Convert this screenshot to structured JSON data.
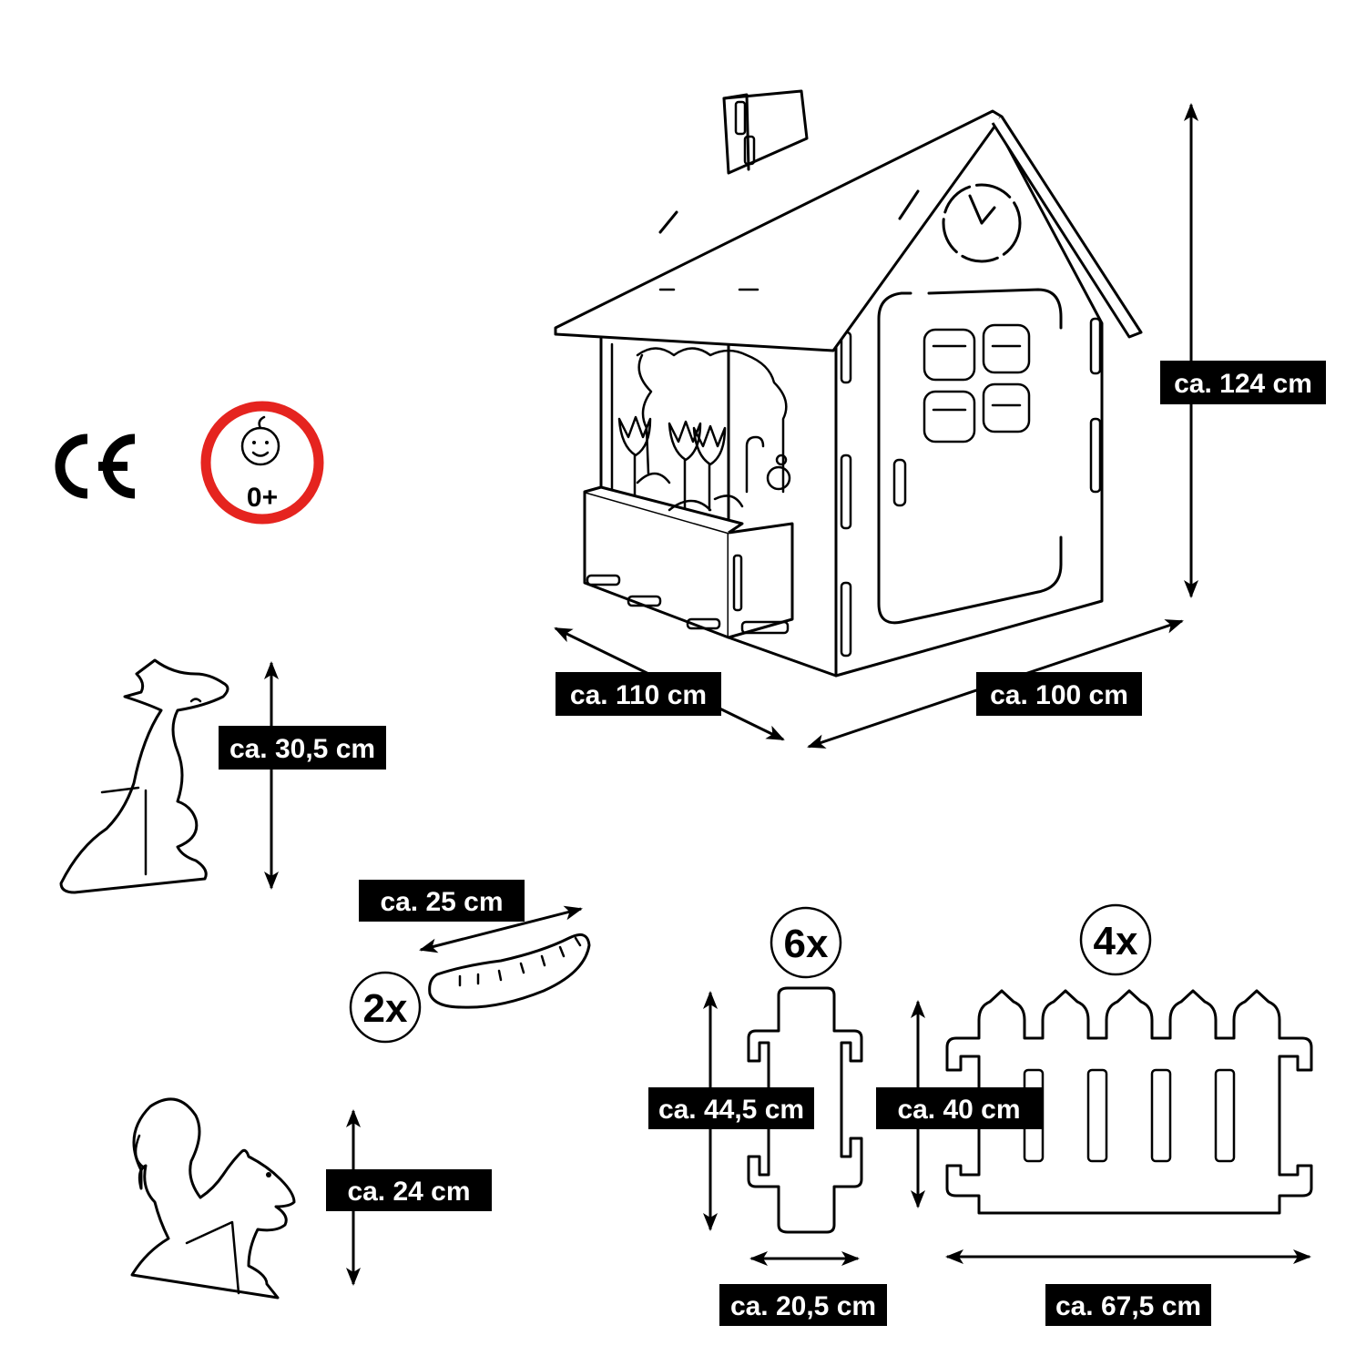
{
  "labels": {
    "house_height": "ca. 124 cm",
    "house_depth": "ca. 110 cm",
    "house_width": "ca. 100 cm",
    "rabbit_height": "ca. 30,5 cm",
    "sausage_length": "ca. 25 cm",
    "sausage_count": "2x",
    "squirrel_height": "ca. 24 cm",
    "connector_count": "6x",
    "connector_height": "ca. 44,5 cm",
    "connector_width": "ca. 20,5 cm",
    "fence_count": "4x",
    "fence_height": "ca. 40 cm",
    "fence_width": "ca. 67,5 cm"
  },
  "marks": {
    "ce_mark": "CE",
    "age_warning_text": "0+",
    "age_warning_color": "#e5241f"
  },
  "icons": [
    "ce-mark-icon",
    "age-warning-icon",
    "house-icon",
    "rabbit-icon",
    "sausage-icon",
    "squirrel-icon",
    "connector-icon",
    "fence-icon"
  ]
}
